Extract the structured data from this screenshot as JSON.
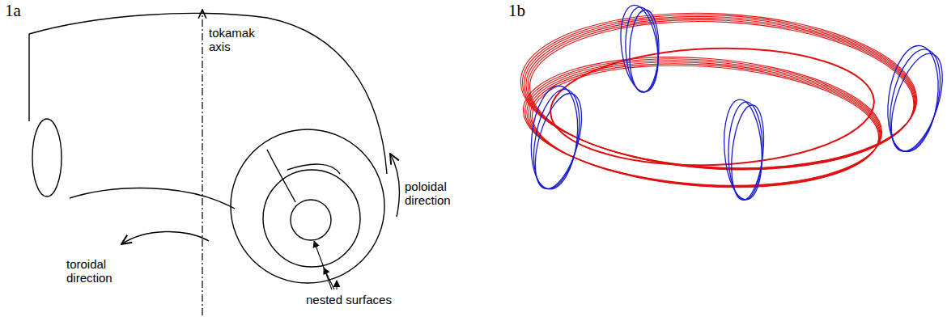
{
  "diagram": {
    "labels": [
      "1a",
      "1b",
      "tokamak axis",
      "poloidal direction",
      "toroidal direction",
      "nested surfaces"
    ]
  }
}
